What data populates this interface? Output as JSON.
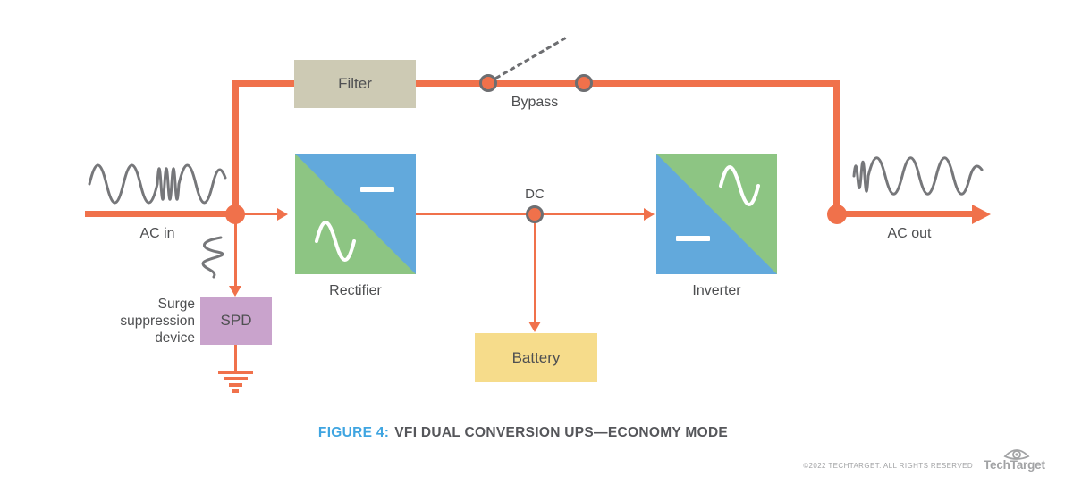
{
  "figure": {
    "caption_prefix": "FIGURE 4:",
    "caption_title": "VFI DUAL CONVERSION UPS—ECONOMY MODE"
  },
  "nodes": {
    "filter": {
      "label": "Filter",
      "color": "#cdcab4"
    },
    "rectifier": {
      "label": "Rectifier",
      "colors": {
        "blue": "#62a9dc",
        "green": "#8dc583"
      }
    },
    "inverter": {
      "label": "Inverter",
      "colors": {
        "blue": "#62a9dc",
        "green": "#8dc583"
      }
    },
    "spd": {
      "label": "SPD",
      "side_label": "Surge suppression device",
      "color": "#c9a3cc"
    },
    "battery": {
      "label": "Battery",
      "color": "#f6dc8b"
    }
  },
  "flow_labels": {
    "ac_in": "AC in",
    "ac_out": "AC out",
    "bypass": "Bypass",
    "dc": "DC"
  },
  "icons": {
    "input_wave": "distorted-ac-sine-wave",
    "output_wave": "ac-sine-wave-with-transient",
    "surge_squiggle": "surge-squiggle",
    "ground": "earth-ground",
    "rectifier_symbol": "ac-to-dc-converter",
    "inverter_symbol": "dc-to-ac-converter",
    "bypass_switch": "open-switch",
    "brand_eye": "eye"
  },
  "colors": {
    "power_line": "#f0714b",
    "node_outline": "#6d6e71",
    "wave_gray": "#76777a",
    "caption_accent": "#3fa5e1",
    "text": "#4d4e50",
    "footer_gray": "#a2a3a5"
  },
  "footer": {
    "copyright": "©2022 TECHTARGET. ALL RIGHTS RESERVED",
    "brand": "TechTarget"
  }
}
